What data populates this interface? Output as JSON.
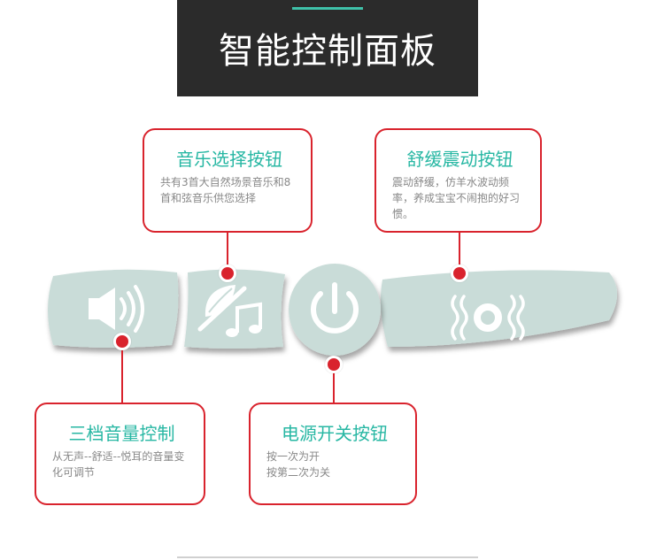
{
  "header": {
    "title": "智能控制面板"
  },
  "callouts": {
    "music": {
      "title": "音乐选择按钮",
      "desc": "共有3首大自然场景音乐和8首和弦音乐供您选择"
    },
    "vibration": {
      "title": "舒缓震动按钮",
      "desc": "震动舒缓，仿羊水波动频率，养成宝宝不闹抱的好习惯。"
    },
    "volume": {
      "title": "三档音量控制",
      "desc": "从无声--舒适--悦耳的音量变化可调节"
    },
    "power": {
      "title": "电源开关按钮",
      "desc_line1": "按一次为开",
      "desc_line2": "按第二次为关"
    }
  },
  "colors": {
    "accent_red": "#d9232d",
    "accent_teal": "#27b7a3",
    "button_fill": "#c9dcd8",
    "header_bg": "#2b2b2b"
  },
  "icons": [
    "speaker-icon",
    "leaf-music-icon",
    "power-icon",
    "vibration-icon"
  ]
}
